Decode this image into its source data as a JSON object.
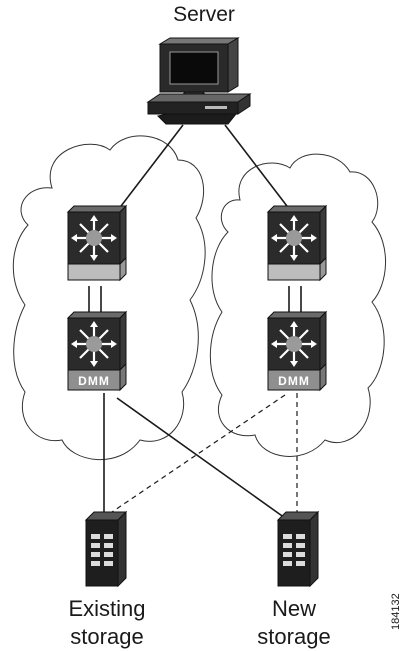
{
  "nodes": {
    "server": {
      "label": "Server",
      "icon": "workstation-icon"
    },
    "switch_left_top": {
      "icon": "mds-switch-icon"
    },
    "switch_right_top": {
      "icon": "mds-switch-icon"
    },
    "switch_left_bottom": {
      "icon": "mds-switch-icon",
      "badge": "DMM"
    },
    "switch_right_bottom": {
      "icon": "mds-switch-icon",
      "badge": "DMM"
    },
    "existing_storage": {
      "label_line1": "Existing",
      "label_line2": "storage",
      "icon": "storage-array-icon"
    },
    "new_storage": {
      "label_line1": "New",
      "label_line2": "storage",
      "icon": "storage-array-icon"
    }
  },
  "figure_id": "184132",
  "colors": {
    "line": "#1a1a1a",
    "switch_face": "#2b2b2b",
    "switch_base": "#bdbdbd",
    "dmm_badge": "#8f8f8f",
    "storage": "#1e1e1e"
  }
}
